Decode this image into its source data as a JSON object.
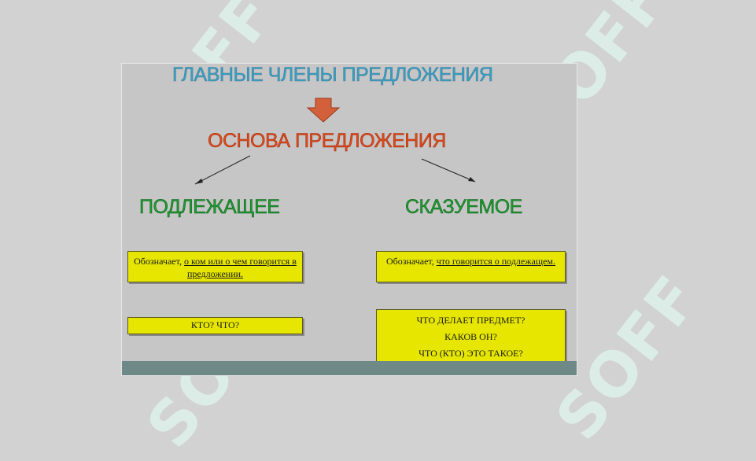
{
  "watermark": {
    "text": "SOFF"
  },
  "slide": {
    "title": "ГЛАВНЫЕ ЧЛЕНЫ ПРЕДЛОЖЕНИЯ",
    "subtitle": "ОСНОВА ПРЕДЛОЖЕНИЯ",
    "left": {
      "term": "ПОДЛЕЖАЩЕЕ",
      "definition_prefix": "Обозначает, ",
      "definition_emphasis": "о ком или о чем говорится в предложении.",
      "questions": "КТО? ЧТО?"
    },
    "right": {
      "term": "СКАЗУЕМОЕ",
      "definition_prefix": "Обозначает, ",
      "definition_emphasis": "что говорится о подлежащем.",
      "questions": [
        "ЧТО ДЕЛАЕТ ПРЕДМЕТ?",
        "КАКОВ ОН?",
        "ЧТО (КТО) ЭТО ТАКОЕ?"
      ]
    }
  },
  "colors": {
    "page_bg": "#d2d2d2",
    "slide_bg": "#c6c6c6",
    "title": "#2aa5c7",
    "subtitle": "#e04a1a",
    "terms": "#1e9c30",
    "boxes": "#e6e600",
    "down_arrow": "#d2603a",
    "footer_bar": "#6f8a86"
  }
}
